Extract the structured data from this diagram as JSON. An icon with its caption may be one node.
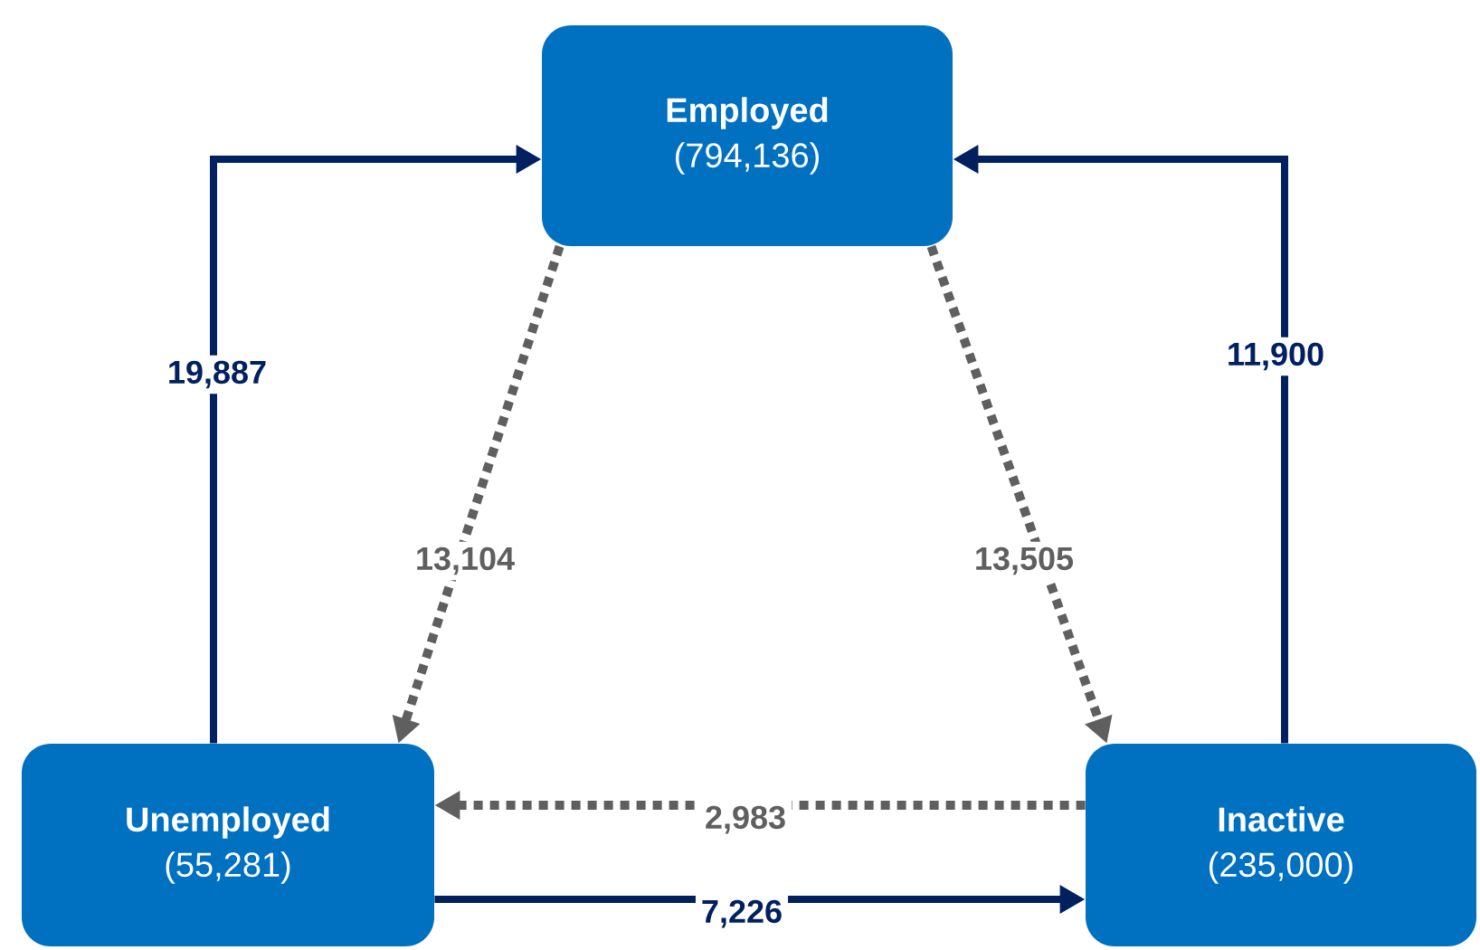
{
  "diagram": {
    "nodes": [
      {
        "text": [
          "Employed",
          "(794,136)"
        ]
      },
      {
        "text": [
          "Unemployed",
          "(55,281)"
        ]
      },
      {
        "text": [
          "Inactive",
          "(235,000)"
        ]
      }
    ],
    "edges": [
      {
        "from": 1,
        "to": 0,
        "arrow": "to",
        "label": "19,887",
        "color": "#002060"
      },
      {
        "from": 2,
        "to": 0,
        "arrow": "to",
        "label": "11,900",
        "color": "#002060"
      },
      {
        "from": 0,
        "to": 1,
        "arrow": "to",
        "label": "13,104",
        "style": "dashed",
        "color": "#5f5f5f"
      },
      {
        "from": 0,
        "to": 2,
        "arrow": "to",
        "label": "13,505",
        "style": "dashed",
        "color": "#5f5f5f"
      },
      {
        "from": 2,
        "to": 1,
        "arrow": "to",
        "label": "2,983",
        "style": "dashed",
        "color": "#5f5f5f"
      },
      {
        "from": 1,
        "to": 2,
        "arrow": "to",
        "label": "7,226",
        "color": "#002060"
      }
    ]
  }
}
